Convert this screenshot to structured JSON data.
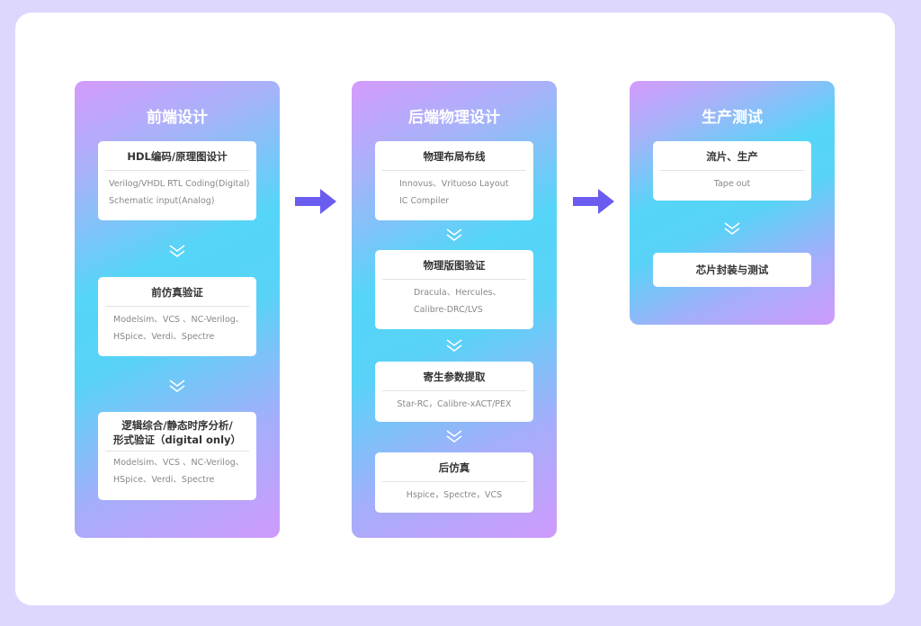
{
  "colors": {
    "arrow": "#6b5cf0",
    "chevron": "#ffffff"
  },
  "columns": [
    {
      "title": "前端设计",
      "boxes": [
        {
          "title": "HDL编码/原理图设计",
          "lines": [
            "Verilog/VHDL RTL Coding(Digital)",
            "Schematic input(Analog)"
          ]
        },
        {
          "title": "前仿真验证",
          "lines": [
            "Modelsim、VCS 、NC-Verilog、",
            "HSpice、Verdi、Spectre"
          ]
        },
        {
          "title": "逻辑综合/静态时序分析/",
          "title2": "形式验证（digital only）",
          "lines": [
            "Modelsim、VCS 、NC-Verilog、",
            "HSpice、Verdi、Spectre"
          ]
        }
      ]
    },
    {
      "title": "后端物理设计",
      "boxes": [
        {
          "title": "物理布局布线",
          "lines": [
            "Innovus、Vrituoso Layout",
            "IC Compiler"
          ]
        },
        {
          "title": "物理版图验证",
          "lines": [
            "Dracula、Hercules、",
            "Calibre-DRC/LVS"
          ]
        },
        {
          "title": "寄生参数提取",
          "lines": [
            "Star-RC，Calibre-xACT/PEX"
          ]
        },
        {
          "title": "后仿真",
          "lines": [
            "Hspice，Spectre，VCS"
          ]
        }
      ]
    },
    {
      "title": "生产测试",
      "boxes": [
        {
          "title": "流片、生产",
          "lines": [
            "Tape out"
          ]
        },
        {
          "title": "芯片封装与测试"
        }
      ]
    }
  ]
}
